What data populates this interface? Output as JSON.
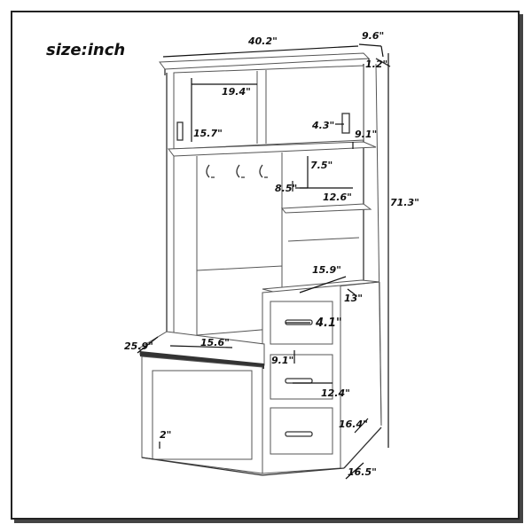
{
  "title": "size:inch",
  "dimensions": {
    "width_total": "40.2\"",
    "depth_top": "9.6\"",
    "crown": "1.2\"",
    "cabinet_door_width": "19.4\"",
    "cabinet_height": "15.7\"",
    "handle": "4.3\"",
    "cabinet_depth": "9.1\"",
    "hook_spacing": "7.5\"",
    "hook_gap": "8.5\"",
    "shelf_width": "12.6\"",
    "total_height": "71.3\"",
    "drawer_top_width": "15.9\"",
    "drawer_top_depth": "13\"",
    "drawer_handle": "4.1\"",
    "bench_depth": "25.9\"",
    "bench_width": "15.6\"",
    "drawer_height": "9.1\"",
    "drawer_width": "12.4\"",
    "drawer_depth": "16.4\"",
    "base_height": "2\"",
    "base_depth": "16.5\""
  }
}
